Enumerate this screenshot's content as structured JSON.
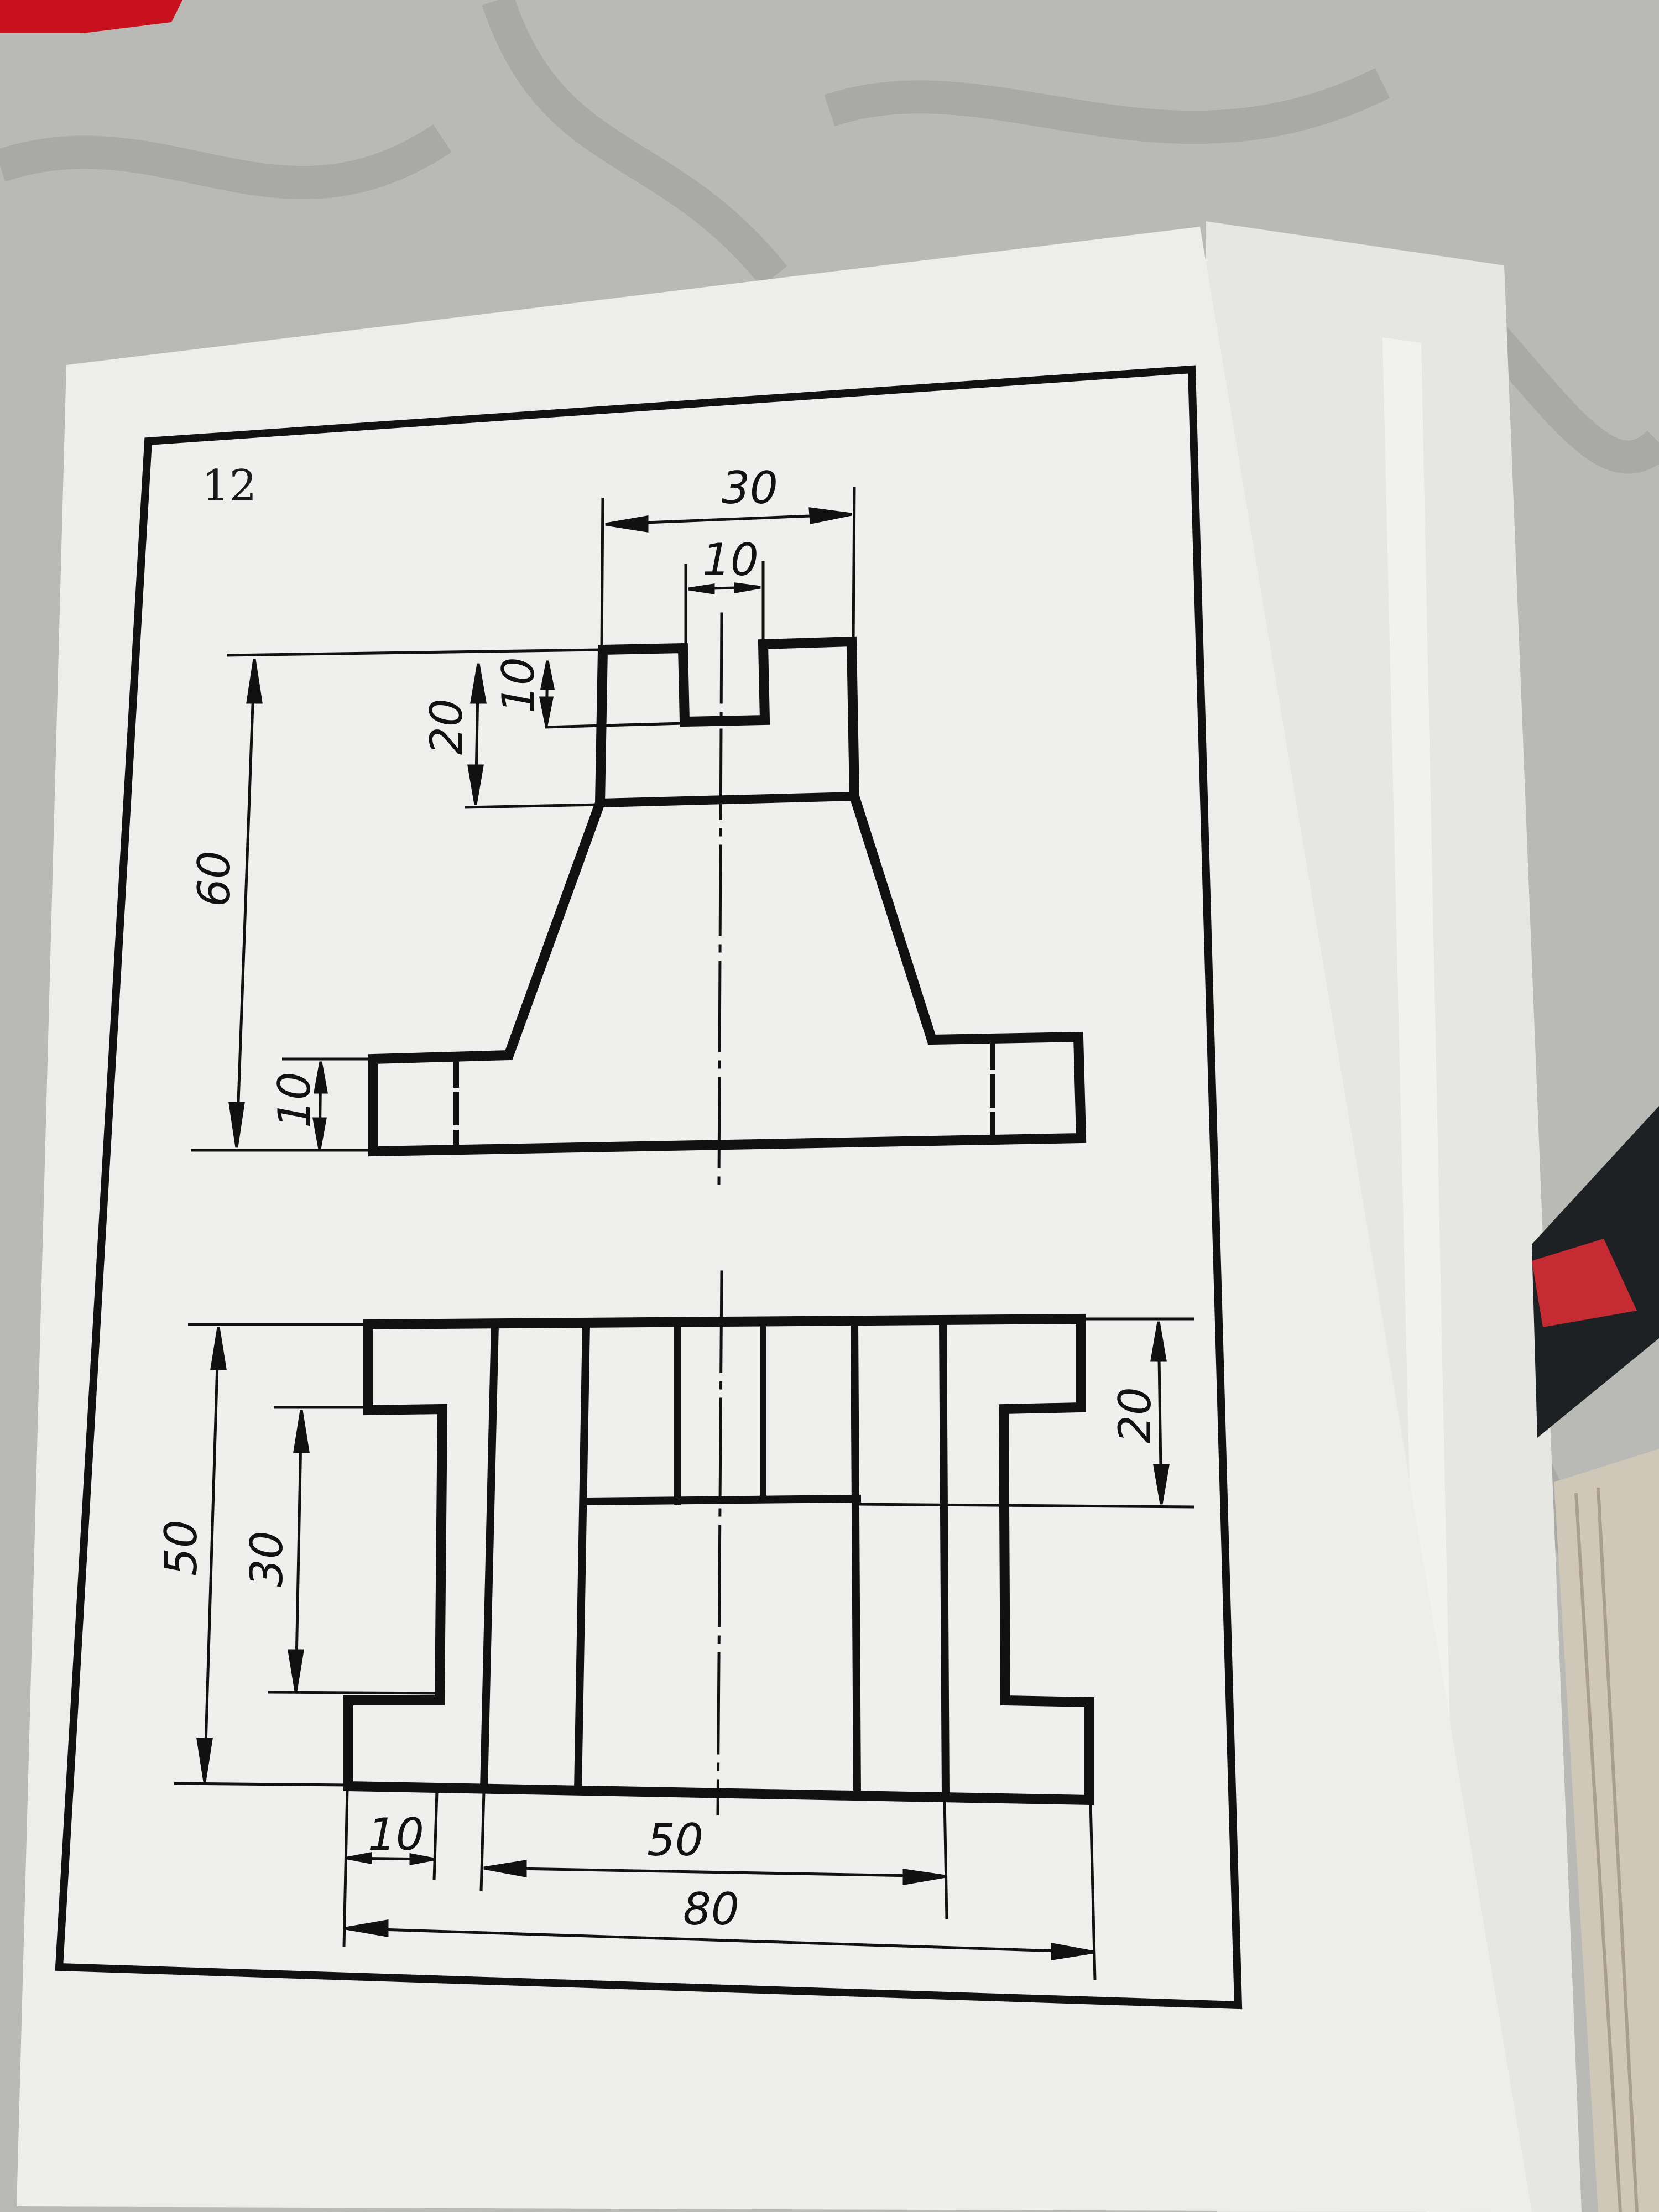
{
  "photo": {
    "subject": "Printed technical drawing exercise on paper",
    "background_color": "#b9bab6",
    "paper_color": "#eeeeec",
    "ink_color": "#111111",
    "accent_colors": {
      "pen_red_band": "#c62a32",
      "pen_body": "#1e2124",
      "red_object": "#c8111c",
      "wood_block": "#cfc7b8"
    }
  },
  "drawing": {
    "exercise_number": "12",
    "front_view": {
      "dimensions": {
        "top_width": "30",
        "slot_width": "10",
        "top_block_height": "20",
        "slot_depth": "10",
        "total_height": "60",
        "base_height": "10"
      }
    },
    "top_view": {
      "dimensions": {
        "total_depth": "50",
        "recess_depth": "30",
        "right_step": "20",
        "left_tab_width": "10",
        "middle_width": "50",
        "total_width": "80"
      }
    }
  }
}
